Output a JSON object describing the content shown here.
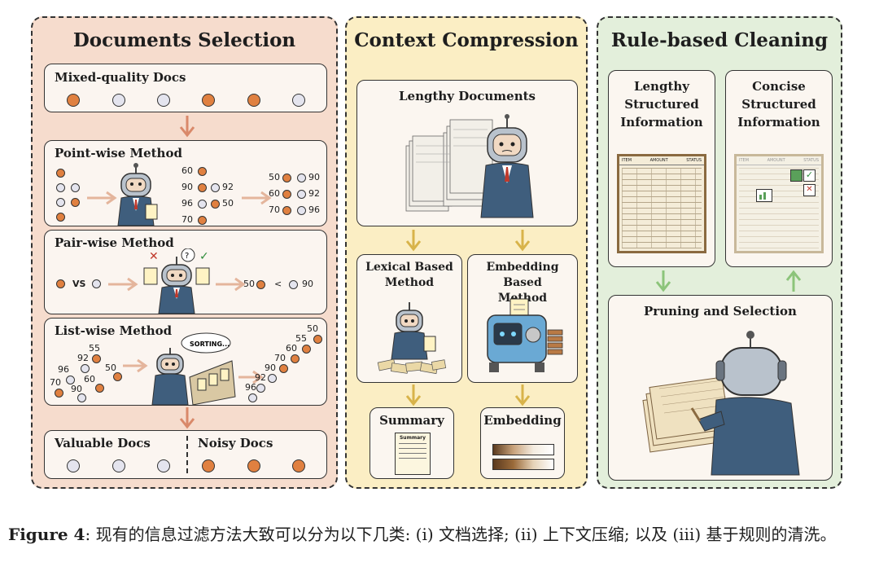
{
  "docs": {
    "title": "Documents Selection",
    "mixed_label": "Mixed-quality Docs",
    "point_label": "Point-wise Method",
    "point_in_scores": [
      "60",
      "90",
      "92",
      "96",
      "50",
      "70"
    ],
    "point_out_scores": [
      "50",
      "90",
      "60",
      "92",
      "70",
      "96"
    ],
    "pair_label": "Pair-wise Method",
    "pair_vs": "VS",
    "pair_result_left": "50",
    "pair_result_op": "<",
    "pair_result_right": "90",
    "list_label": "List-wise Method",
    "list_sign": "SORTING...",
    "list_in_scores": [
      "55",
      "92",
      "50",
      "96",
      "60",
      "70",
      "90"
    ],
    "list_out_scores": [
      "50",
      "55",
      "60",
      "70",
      "90",
      "92",
      "96"
    ],
    "valuable_label": "Valuable Docs",
    "noisy_label": "Noisy Docs"
  },
  "ctx": {
    "title": "Context Compression",
    "lengthy_label": "Lengthy Documents",
    "lexical_line1": "Lexical Based",
    "lexical_line2": "Method",
    "embedding_line1": "Embedding Based",
    "embedding_line2": "Method",
    "summary_label": "Summary",
    "summary_doc_title": "Summary",
    "embedding_label": "Embedding"
  },
  "rule": {
    "title": "Rule-based Cleaning",
    "lengthy_line1": "Lengthy",
    "lengthy_line2": "Structured",
    "lengthy_line3": "Information",
    "concise_line1": "Concise",
    "concise_line2": "Structured",
    "concise_line3": "Information",
    "table_headers": [
      "ITEM",
      "AMOUNT",
      "STATUS"
    ],
    "pruning_label": "Pruning and Selection"
  },
  "caption": {
    "label": "Figure 4",
    "text": ": 现有的信息过滤方法大致可以分为以下几类: (i) 文档选择; (ii) 上下文压缩; 以及 (iii) 基于规则的清洗。"
  },
  "colors": {
    "docs_bg": "#f6dccd",
    "ctx_bg": "#fbeec4",
    "rule_bg": "#e3efdb",
    "orange_dot": "#e08040",
    "white_dot": "#e4e4ee",
    "docs_arrow": "#d9896a",
    "ctx_arrow": "#d8b34a",
    "rule_arrow": "#8cc47a"
  }
}
